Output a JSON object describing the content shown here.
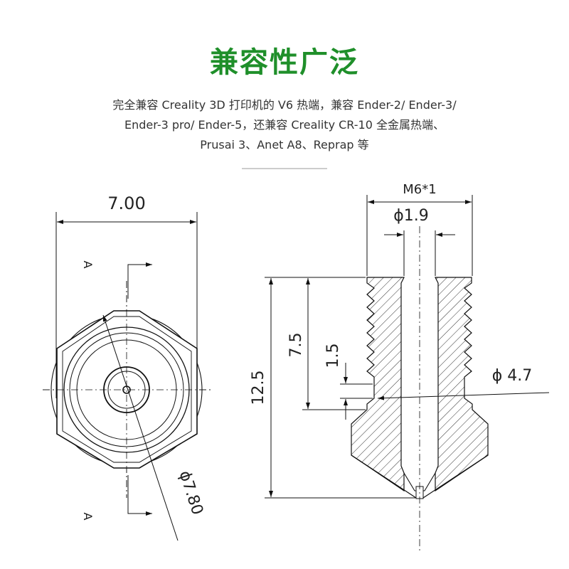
{
  "title": "兼容性广泛",
  "description": [
    "完全兼容 Creality 3D 打印机的 V6 热端，兼容 Ender-2/ Ender-3/",
    "Ender-3 pro/ Ender-5，还兼容 Creality CR-10 全金属热端、",
    "Prusai 3、Anet A8、Reprap 等"
  ],
  "colors": {
    "title": "#1f8f2a",
    "line": "#111111",
    "hatch": "#333333"
  },
  "drawing": {
    "front_view": {
      "width_dim": "7.00",
      "section_label_top": "A",
      "section_label_bottom": "A",
      "diameter_dim": "ϕ7.80"
    },
    "section_view": {
      "thread_dim": "M6*1",
      "bore_dim": "ϕ1.9",
      "outer_dim": "ϕ 4.7",
      "total_length": "12.5",
      "thread_length": "7.5",
      "groove_length": "1.5"
    }
  }
}
